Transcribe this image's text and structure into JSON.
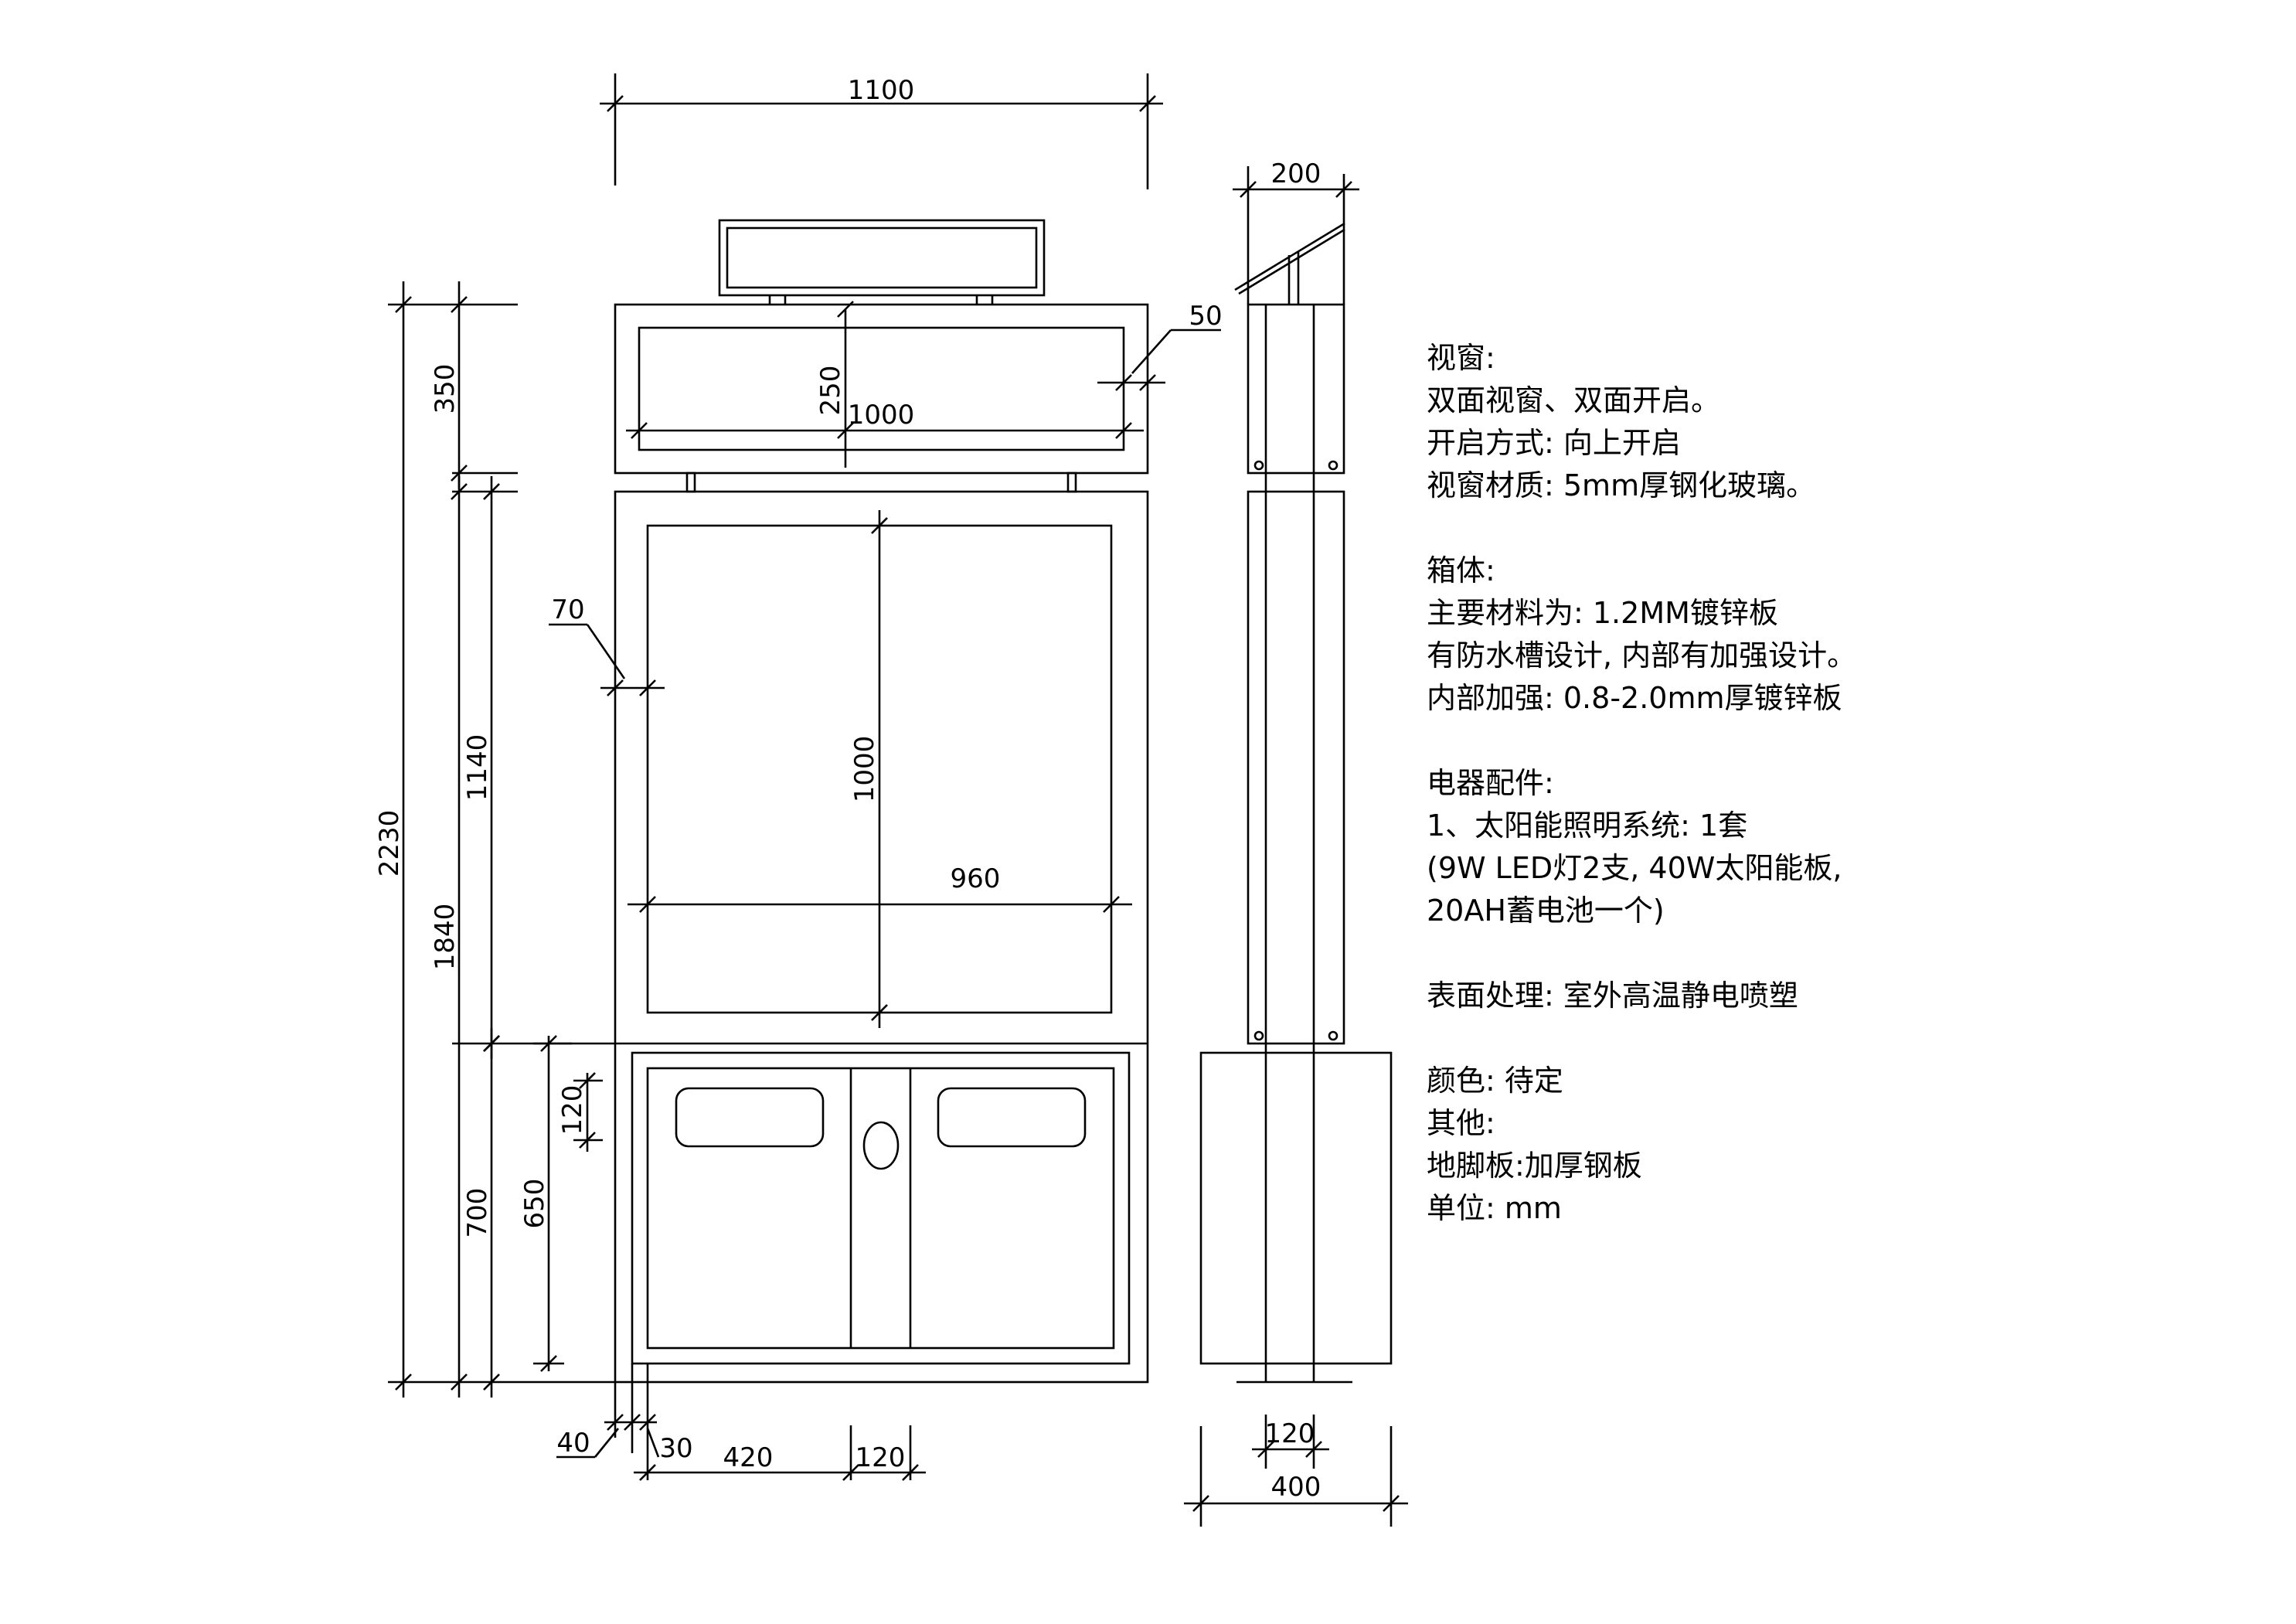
{
  "drawing": {
    "front_view": {
      "dimensions": {
        "overall_width": "1100",
        "top_box_height": "350",
        "window_height": "250",
        "window_width": "1000",
        "frame_offset": "50",
        "overall_height": "2230",
        "cabinet_height": "1840",
        "upper_cabinet_height": "1140",
        "door_inset": "70",
        "display_height": "1000",
        "display_width": "960",
        "lower_cabinet_height": "700",
        "bin_height": "650",
        "bin_opening_height": "120",
        "base_left": "40",
        "base_inset": "30",
        "bin_door_width": "420",
        "center_gap": "120"
      }
    },
    "side_view": {
      "dimensions": {
        "top_width": "200",
        "post_width": "120",
        "base_width": "400"
      }
    }
  },
  "notes": [
    {
      "lines": [
        "视窗:",
        "双面视窗、双面开启。",
        "开启方式: 向上开启",
        "视窗材质: 5mm厚钢化玻璃。"
      ]
    },
    {
      "lines": [
        "箱体:",
        "主要材料为: 1.2MM镀锌板",
        "有防水槽设计, 内部有加强设计。",
        "内部加强: 0.8-2.0mm厚镀锌板"
      ]
    },
    {
      "lines": [
        "电器配件:",
        "1、太阳能照明系统: 1套",
        "(9W LED灯2支, 40W太阳能板,",
        "20AH蓄电池一个)"
      ]
    },
    {
      "lines": [
        "表面处理: 室外高温静电喷塑"
      ]
    },
    {
      "lines": [
        "颜色: 待定",
        "其他:",
        "地脚板:加厚钢板",
        "单位: mm"
      ]
    }
  ]
}
